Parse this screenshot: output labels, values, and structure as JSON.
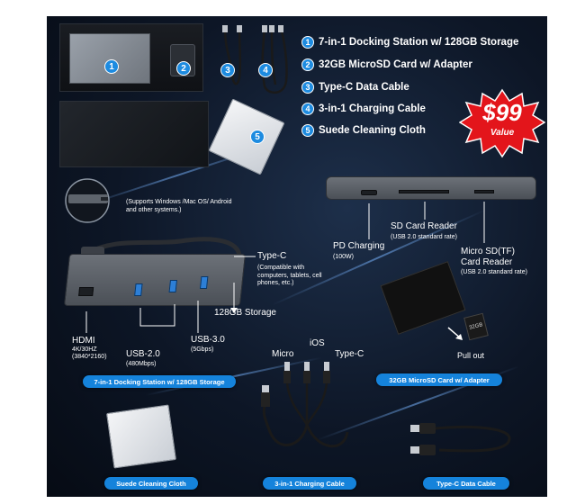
{
  "items": [
    {
      "num": "1",
      "text": "7-in-1 Docking Station w/ 128GB Storage"
    },
    {
      "num": "2",
      "text": "32GB MicroSD Card w/ Adapter"
    },
    {
      "num": "3",
      "text": "Type-C Data Cable"
    },
    {
      "num": "4",
      "text": "3-in-1 Charging Cable"
    },
    {
      "num": "5",
      "text": "Suede Cleaning Cloth"
    }
  ],
  "price": {
    "amount": "$99",
    "caption": "Value"
  },
  "hub": {
    "compat_note": "(Supports Windows /Mac OS/ Android and other systems.)",
    "type_c_title": "Type-C",
    "type_c_note": "(Compatible with computers, tablets, cell phones, etc.)",
    "storage": "128GB Storage",
    "hdmi_title": "HDMI",
    "hdmi_spec1": "4K/30HZ",
    "hdmi_spec2": "(3840*2160)",
    "usb2_title": "USB-2.0",
    "usb2_spec": "(480Mbps)",
    "usb3_title": "USB-3.0",
    "usb3_spec": "(5Gbps)",
    "caption": "7-in-1 Docking Station w/ 128GB Storage"
  },
  "reader": {
    "pd_title": "PD Charging",
    "pd_spec": "(100W)",
    "sd_title": "SD Card Reader",
    "sd_spec": "(USB 2.0  standard rate)",
    "micro_title1": "Micro SD(TF)",
    "micro_title2": "Card Reader",
    "micro_spec": "(USB 2.0  standard rate)"
  },
  "microsd": {
    "pull_out": "Pull out",
    "caption": "32GB MicroSD Card w/ Adapter",
    "card_text": "32GB"
  },
  "cable3": {
    "micro": "Micro",
    "ios": "iOS",
    "typec": "Type-C",
    "caption": "3-in-1 Charging Cable"
  },
  "cloth_caption": "Suede Cleaning Cloth",
  "typec_caption": "Type-C Data Cable",
  "colors": {
    "accent_blue": "#1583db",
    "price_red": "#e3151b",
    "background": "#0d1626"
  }
}
